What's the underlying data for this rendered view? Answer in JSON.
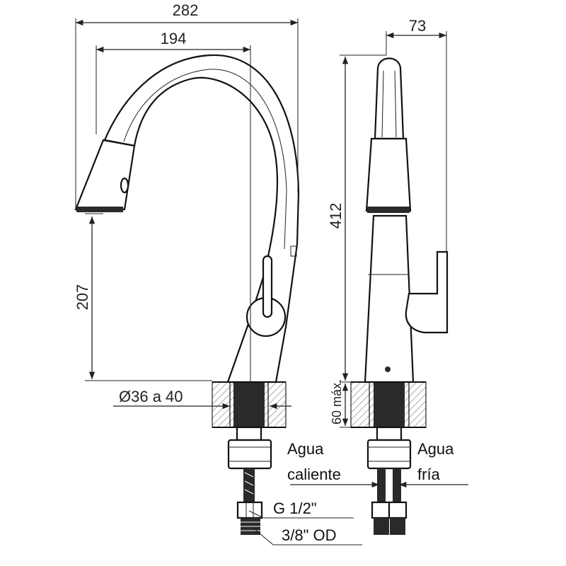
{
  "dimensions": {
    "total_width": "282",
    "spout_reach": "194",
    "side_depth": "73",
    "spout_height": "207",
    "total_height": "412",
    "counter_thickness": "60 máx.",
    "hole_diameter": "Ø36 a 40"
  },
  "labels": {
    "hot_water_line1": "Agua",
    "hot_water_line2": "caliente",
    "cold_water_line1": "Agua",
    "cold_water_line2": "fría",
    "thread": "G 1/2\"",
    "hose": "3/8\" OD"
  },
  "colors": {
    "line": "#222222",
    "hatch": "#888888",
    "dark_fill": "#2a2a2a"
  }
}
